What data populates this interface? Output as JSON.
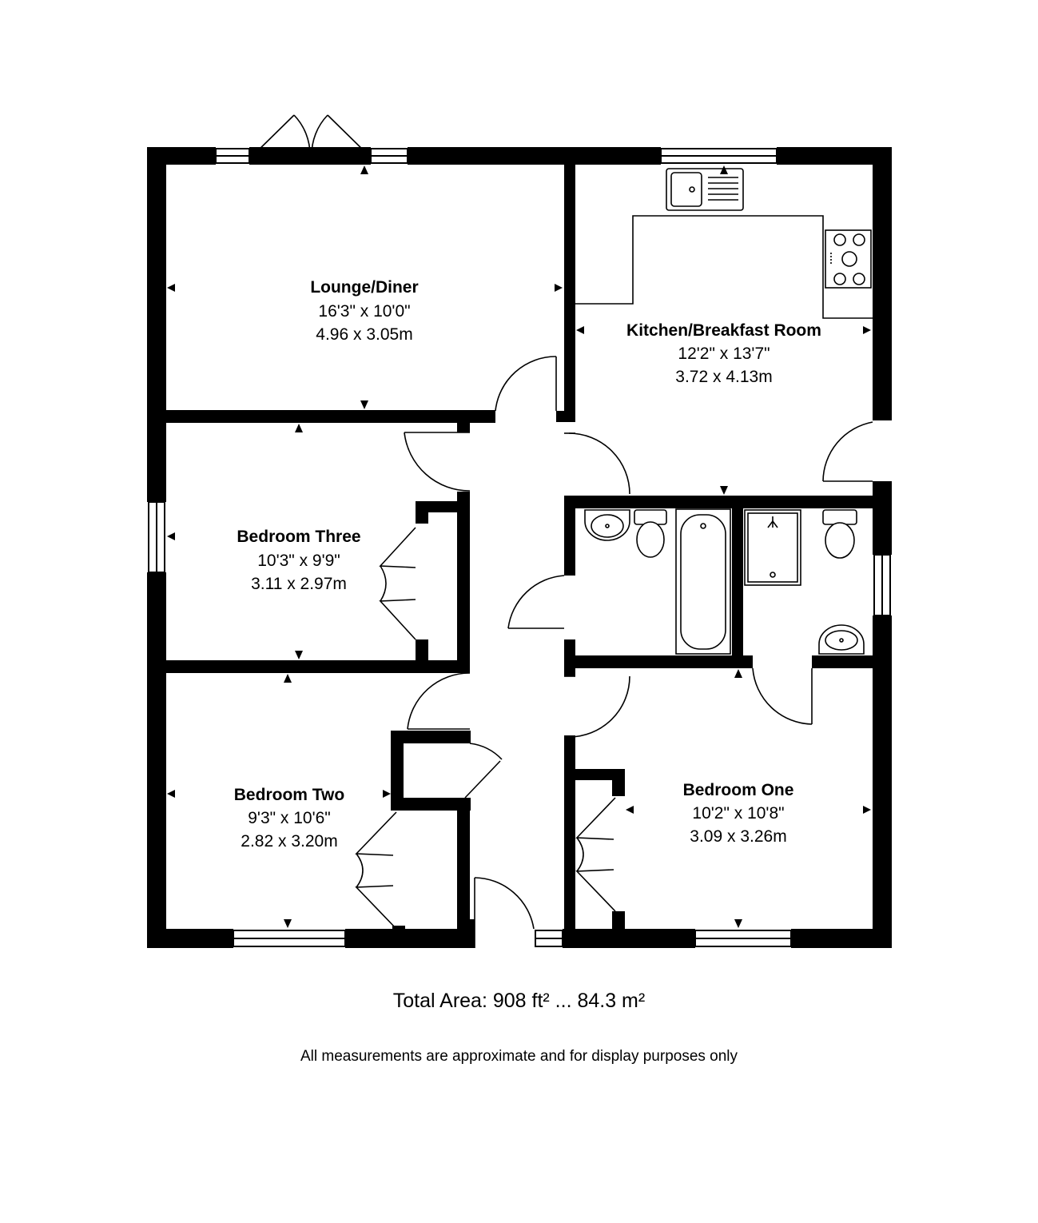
{
  "rooms": {
    "lounge": {
      "name": "Lounge/Diner",
      "imperial": "16'3\" x 10'0\"",
      "metric": "4.96 x 3.05m"
    },
    "kitchen": {
      "name": "Kitchen/Breakfast Room",
      "imperial": "12'2\" x 13'7\"",
      "metric": "3.72 x 4.13m"
    },
    "bedroom3": {
      "name": "Bedroom Three",
      "imperial": "10'3\" x 9'9\"",
      "metric": "3.11 x 2.97m"
    },
    "bedroom2": {
      "name": "Bedroom Two",
      "imperial": "9'3\" x 10'6\"",
      "metric": "2.82 x 3.20m"
    },
    "bedroom1": {
      "name": "Bedroom One",
      "imperial": "10'2\" x 10'8\"",
      "metric": "3.09 x 3.26m"
    }
  },
  "footer": {
    "total_area": "Total Area: 908 ft² ... 84.3 m²",
    "disclaimer": "All measurements are approximate and for display purposes only"
  },
  "colors": {
    "wall": "#000000",
    "background": "#ffffff",
    "fixture": "#000000"
  }
}
